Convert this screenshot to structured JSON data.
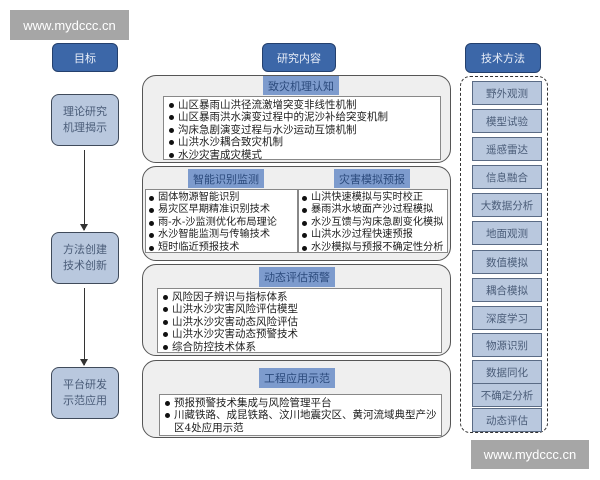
{
  "watermarks": {
    "top": "www.mydccc.cn",
    "bottom": "www.mydccc.cn"
  },
  "headers": {
    "goal": "目标",
    "content": "研究内容",
    "method": "技术方法"
  },
  "goals": [
    {
      "line1": "理论研究",
      "line2": "机理揭示"
    },
    {
      "line1": "方法创建",
      "line2": "技术创新"
    },
    {
      "line1": "平台研发",
      "line2": "示范应用"
    }
  ],
  "panels": {
    "mechanism": {
      "title": "致灾机理认知",
      "items": [
        "山区暴雨山洪径流激增突变非线性机制",
        "山区暴雨洪水演变过程中的泥沙补给突变机制",
        "沟床急剧演变过程与水沙运动互馈机制",
        "山洪水沙耦合致灾机制",
        "水沙灾害成灾模式"
      ]
    },
    "monitoring": {
      "title": "智能识别监测",
      "items": [
        "固体物源智能识别",
        "易灾区早期精准识别技术",
        "雨-水-沙监测优化布局理论",
        "水沙智能监测与传输技术",
        "短时临近预报技术"
      ]
    },
    "simulation": {
      "title": "灾害模拟预报",
      "items": [
        "山洪快速模拟与实时校正",
        "暴雨洪水坡面产沙过程模拟",
        "水沙互馈与沟床急剧变化模拟",
        "山洪水沙过程快速预报",
        "水沙模拟与预报不确定性分析"
      ]
    },
    "assessment": {
      "title": "动态评估预警",
      "items": [
        "风险因子辨识与指标体系",
        "山洪水沙灾害风险评估模型",
        "山洪水沙灾害动态风险评估",
        "山洪水沙灾害动态预警技术",
        "综合防控技术体系"
      ]
    },
    "application": {
      "title": "工程应用示范",
      "items": [
        "预报预警技术集成与风险管理平台",
        "川藏铁路、成昆铁路、汶川地震灾区、黄河流域典型产沙区4处应用示范"
      ]
    }
  },
  "methods": [
    "野外观测",
    "模型试验",
    "遥感雷达",
    "信息融合",
    "大数据分析",
    "地面观测",
    "数值模拟",
    "耦合模拟",
    "深度学习",
    "物源识别",
    "数据同化",
    "不确定分析",
    "动态评估"
  ],
  "colors": {
    "header_fill": "#3c67a8",
    "goal_fill": "#b9c8de",
    "panel_title_fill": "#7d9bcd",
    "panel_fill": "#efefef",
    "watermark_fill": "#a6a6a6"
  }
}
